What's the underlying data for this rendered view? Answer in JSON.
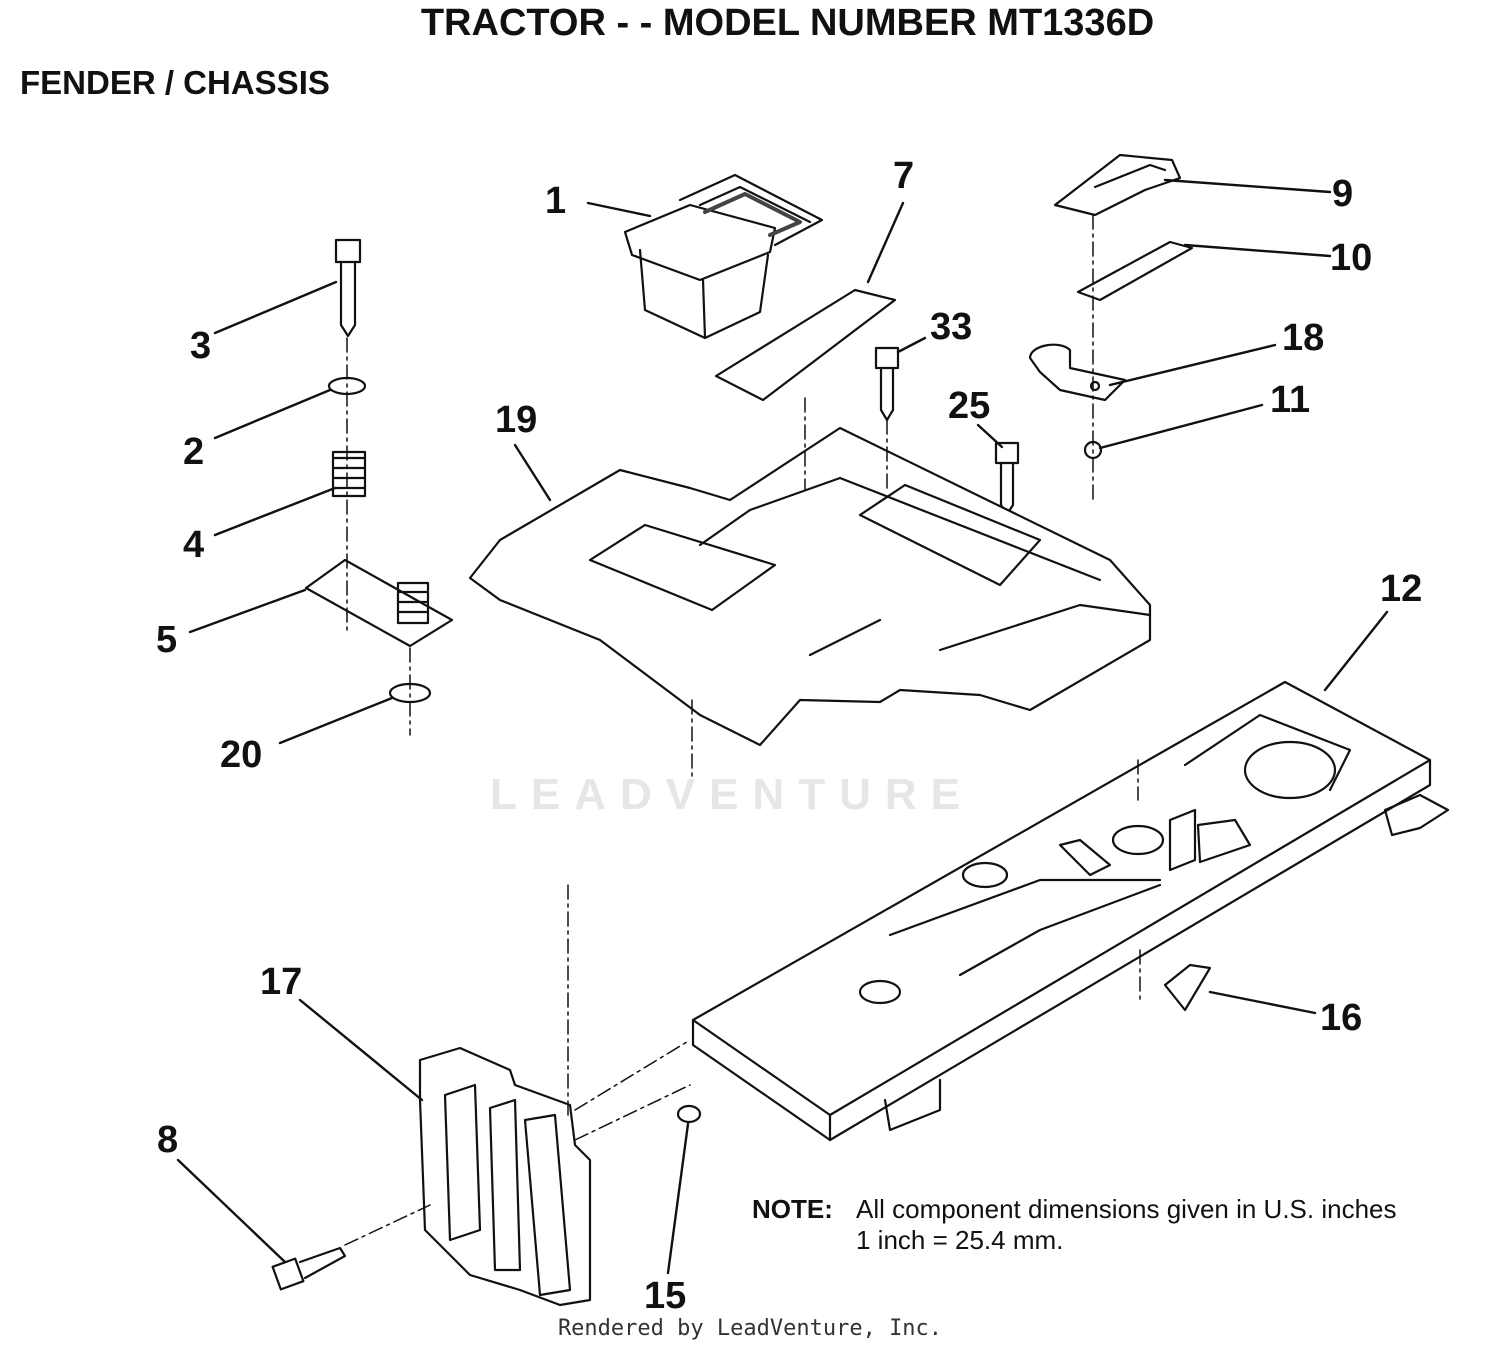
{
  "title": "TRACTOR - - MODEL NUMBER MT1336D",
  "section": "FENDER / CHASSIS",
  "watermark": "LEADVENTURE",
  "callouts": {
    "c1": "1",
    "c2": "2",
    "c3": "3",
    "c4": "4",
    "c5": "5",
    "c7": "7",
    "c8": "8",
    "c9": "9",
    "c10": "10",
    "c11": "11",
    "c12": "12",
    "c15": "15",
    "c16": "16",
    "c17": "17",
    "c18": "18",
    "c19": "19",
    "c20": "20",
    "c25": "25",
    "c33": "33"
  },
  "note": {
    "label": "NOTE:",
    "line1": "All component dimensions given in U.S. inches",
    "line2": "1 inch = 25.4 mm."
  },
  "footer": "Rendered by LeadVenture, Inc."
}
